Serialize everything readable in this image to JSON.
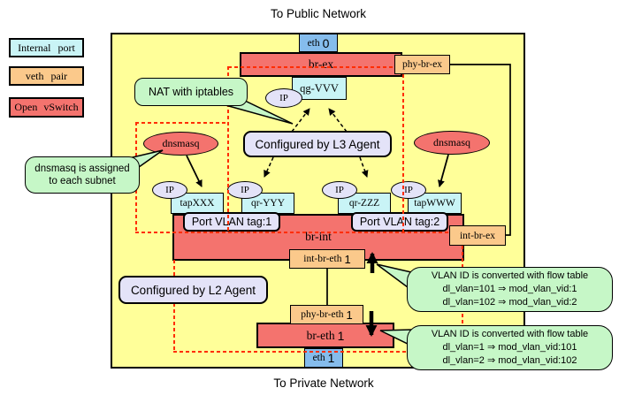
{
  "titles": {
    "top": "To Public Network",
    "bottom": "To Private Network"
  },
  "legend": {
    "internal_port": "Internal port",
    "veth_pair": "veth pair",
    "open_vswitch": "Open vSwitch"
  },
  "ports": {
    "eth0": {
      "label": "eth",
      "num": "0"
    },
    "eth1": {
      "label": "eth",
      "num": "1"
    },
    "br_ex": "br-ex",
    "phy_br_ex": "phy-br-ex",
    "qg": "qg-VVV",
    "ip": "IP",
    "dnsmasq": "dnsmasq",
    "tap_xxx": "tapXXX",
    "qr_yyy": "qr-YYY",
    "qr_zzz": "qr-ZZZ",
    "tap_www": "tapWWW",
    "vlan_tag1": "Port VLAN tag:1",
    "vlan_tag2": "Port VLAN tag:2",
    "br_int": "br-int",
    "int_br_ex": "int-br-ex",
    "int_br_eth1": {
      "label": "int-br-eth",
      "num": "1"
    },
    "phy_br_eth1": {
      "label": "phy-br-eth",
      "num": "1"
    },
    "br_eth1": {
      "label": "br-eth",
      "num": "1"
    }
  },
  "callouts": {
    "nat": "NAT with iptables",
    "l3_agent": "Configured by L3 Agent",
    "l2_agent": "Configured by L2 Agent",
    "dnsmasq_note": {
      "line1": "dnsmasq is assigned",
      "line2": "to each subnet"
    },
    "flow_top": {
      "title": "VLAN ID is converted with flow table",
      "rule1": "dl_vlan=101 ⇒ mod_vlan_vid:1",
      "rule2": "dl_vlan=102 ⇒ mod_vlan_vid:2"
    },
    "flow_bottom": {
      "title": "VLAN ID is converted with flow table",
      "rule1": "dl_vlan=1 ⇒ mod_vlan_vid:101",
      "rule2": "dl_vlan=2 ⇒ mod_vlan_vid:102"
    }
  },
  "colors": {
    "diagram_bg": "#FFFF99",
    "open_vswitch": "#F4736E",
    "internal_port": "#C9F4F6",
    "veth_pair": "#FBC98B",
    "ethernet": "#85BCEC",
    "label_box": "#E4E3F8",
    "callout_green": "#C6F7C7",
    "dashed_line": "#FF2D00"
  }
}
